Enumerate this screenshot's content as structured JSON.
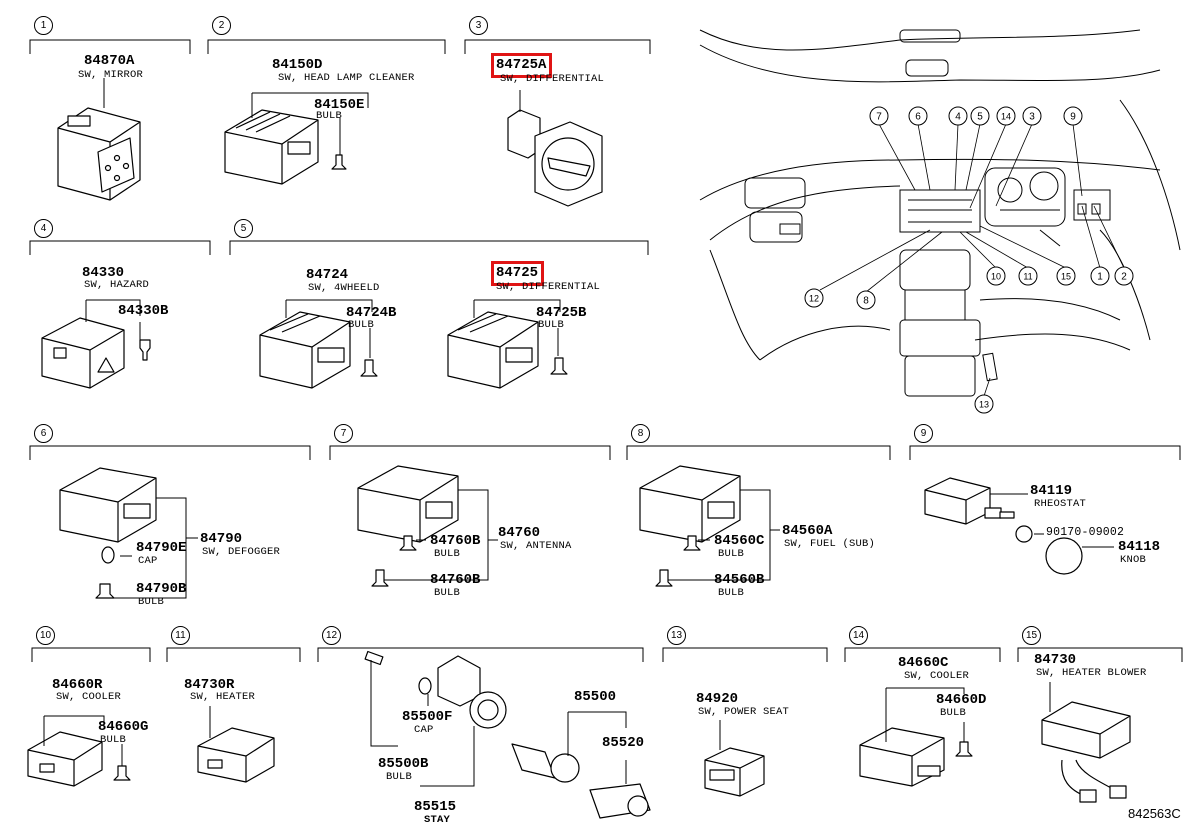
{
  "diagram_code": "842563C",
  "highlight_color": "#e01414",
  "sections": [
    {
      "num": "1",
      "parts": [
        {
          "pn": "84870A",
          "desc": "SW, MIRROR"
        }
      ]
    },
    {
      "num": "2",
      "parts": [
        {
          "pn": "84150D",
          "desc": "SW, HEAD LAMP CLEANER"
        },
        {
          "pn": "84150E",
          "desc": "BULB"
        }
      ]
    },
    {
      "num": "3",
      "parts": [
        {
          "pn": "84725A",
          "desc": "SW, DIFFERENTIAL",
          "highlighted": true
        }
      ]
    },
    {
      "num": "4",
      "parts": [
        {
          "pn": "84330",
          "desc": "SW, HAZARD"
        },
        {
          "pn": "84330B",
          "desc": ""
        }
      ]
    },
    {
      "num": "5",
      "parts": [
        {
          "pn": "84724",
          "desc": "SW, 4WHEELD"
        },
        {
          "pn": "84724B",
          "desc": "BULB"
        },
        {
          "pn": "84725",
          "desc": "SW, DIFFERENTIAL",
          "highlighted": true
        },
        {
          "pn": "84725B",
          "desc": "BULB"
        }
      ]
    },
    {
      "num": "6",
      "parts": [
        {
          "pn": "84790",
          "desc": "SW, DEFOGGER"
        },
        {
          "pn": "84790E",
          "desc": "CAP"
        },
        {
          "pn": "84790B",
          "desc": "BULB"
        }
      ]
    },
    {
      "num": "7",
      "parts": [
        {
          "pn": "84760",
          "desc": "SW, ANTENNA"
        },
        {
          "pn": "84760B",
          "desc": "BULB"
        },
        {
          "pn": "84760B",
          "desc": "BULB"
        }
      ]
    },
    {
      "num": "8",
      "parts": [
        {
          "pn": "84560A",
          "desc": "SW, FUEL (SUB)"
        },
        {
          "pn": "84560C",
          "desc": "BULB"
        },
        {
          "pn": "84560B",
          "desc": "BULB"
        }
      ]
    },
    {
      "num": "9",
      "parts": [
        {
          "pn": "84119",
          "desc": "RHEOSTAT"
        },
        {
          "pn": "90170-09002",
          "desc": ""
        },
        {
          "pn": "84118",
          "desc": "KNOB"
        }
      ]
    },
    {
      "num": "10",
      "parts": [
        {
          "pn": "84660R",
          "desc": "SW, COOLER"
        },
        {
          "pn": "84660G",
          "desc": "BULB"
        }
      ]
    },
    {
      "num": "11",
      "parts": [
        {
          "pn": "84730R",
          "desc": "SW, HEATER"
        }
      ]
    },
    {
      "num": "12",
      "parts": [
        {
          "pn": "85500F",
          "desc": "CAP"
        },
        {
          "pn": "85500B",
          "desc": "BULB"
        },
        {
          "pn": "85515",
          "desc": "STAY"
        },
        {
          "pn": "85500",
          "desc": ""
        },
        {
          "pn": "85520",
          "desc": ""
        }
      ]
    },
    {
      "num": "13",
      "parts": [
        {
          "pn": "84920",
          "desc": "SW, POWER SEAT"
        }
      ]
    },
    {
      "num": "14",
      "parts": [
        {
          "pn": "84660C",
          "desc": "SW, COOLER"
        },
        {
          "pn": "84660D",
          "desc": "BULB"
        }
      ]
    },
    {
      "num": "15",
      "parts": [
        {
          "pn": "84730",
          "desc": "SW, HEATER BLOWER"
        }
      ]
    }
  ],
  "overview_callouts": [
    "7",
    "6",
    "4",
    "5",
    "14",
    "3",
    "9",
    "12",
    "8",
    "10",
    "11",
    "15",
    "1",
    "2",
    "13"
  ]
}
